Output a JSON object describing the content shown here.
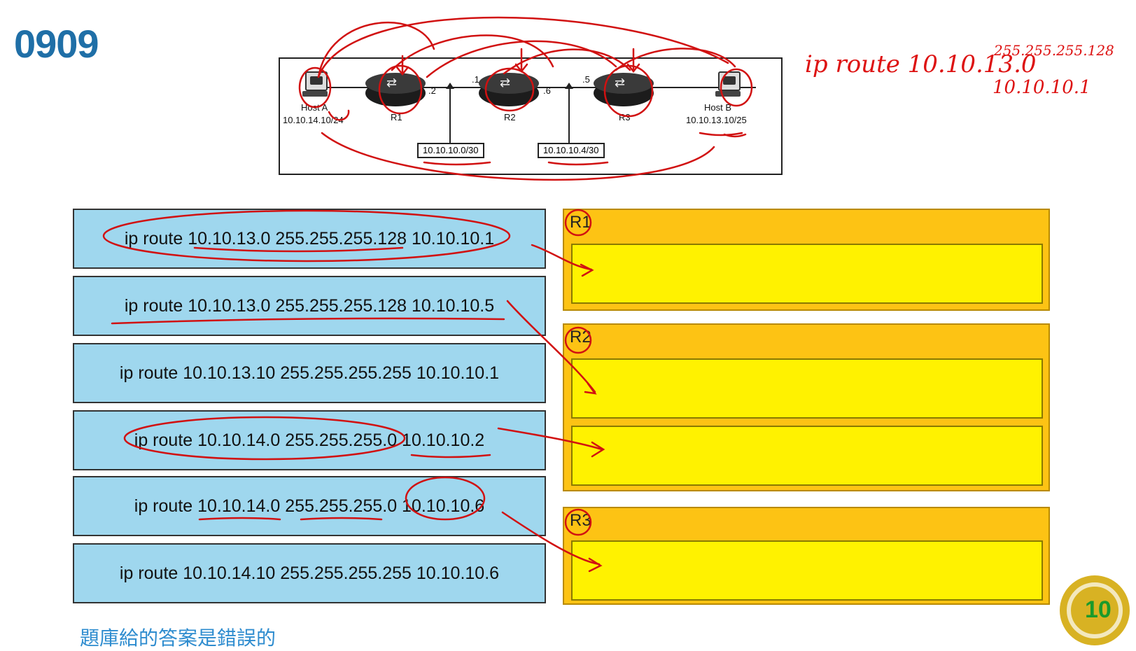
{
  "title": "0909",
  "topology": {
    "host_a": {
      "name": "Host A",
      "ip": "10.10.14.10/24"
    },
    "host_b": {
      "name": "Host B",
      "ip": "10.10.13.10/25"
    },
    "routers": [
      "R1",
      "R2",
      "R3"
    ],
    "ports": {
      "r1_right": ".2",
      "r2_left": ".1",
      "r2_right": ".6",
      "r3_left": ".5"
    },
    "networks": [
      "10.10.10.0/30",
      "10.10.10.4/30"
    ]
  },
  "notes": {
    "line1": "ip route 10.10.13.0",
    "line1_mask": "255.255.255.128",
    "line2": "10.10.10.1"
  },
  "options": [
    "ip route 10.10.13.0 255.255.255.128 10.10.10.1",
    "ip route 10.10.13.0 255.255.255.128 10.10.10.5",
    "ip route 10.10.13.10 255.255.255.255 10.10.10.1",
    "ip route 10.10.14.0 255.255.255.0 10.10.10.2",
    "ip route 10.10.14.0 255.255.255.0 10.10.10.6",
    "ip route 10.10.14.10 255.255.255.255 10.10.10.6"
  ],
  "targets": {
    "r1_label": "R1",
    "r2_label": "R2",
    "r3_label": "R3"
  },
  "footer": "題庫給的答案是錯誤的",
  "logo": {
    "number": "10"
  },
  "colors": {
    "title": "#1f6fa7",
    "option_bg": "#9fd7ee",
    "zone_bg": "#fdc314",
    "slot_bg": "#fff200",
    "annotation": "#d11111",
    "footer": "#2e8ccf"
  }
}
